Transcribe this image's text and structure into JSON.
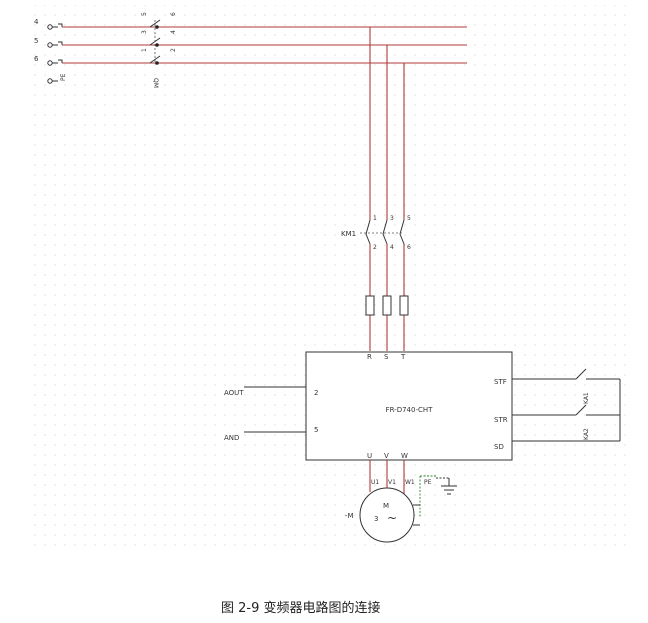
{
  "terminals": [
    "4",
    "5",
    "6",
    "PE"
  ],
  "breaker": {
    "label": "QM",
    "top_pins": [
      "5",
      "3",
      "1"
    ],
    "bottom_pins": [
      "6",
      "4",
      "2"
    ]
  },
  "contactor": {
    "label": "KM1",
    "top_pins": [
      "1",
      "3",
      "5"
    ],
    "bottom_pins": [
      "2",
      "4",
      "6"
    ]
  },
  "inverter": {
    "model": "FR-D740-CHT",
    "input_terminals": [
      "R",
      "S",
      "T"
    ],
    "output_terminals": [
      "U",
      "V",
      "W"
    ],
    "left_terminals": [
      "2",
      "5"
    ],
    "right_terminals": [
      "STF",
      "STR",
      "SD"
    ]
  },
  "signals": {
    "aout": "AOUT",
    "and": "AND"
  },
  "relays": [
    "KA1",
    "KA2"
  ],
  "motor": {
    "tag": "-M",
    "label": "M",
    "phases": "3",
    "symbol": "~",
    "terminals": [
      "U1",
      "V1",
      "W1",
      "PE"
    ]
  },
  "caption": "图 2-9 变频器电路图的连接"
}
